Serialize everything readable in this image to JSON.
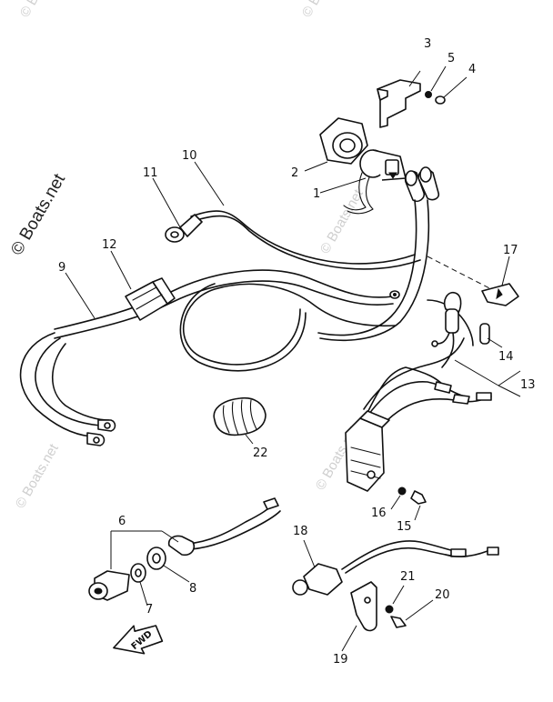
{
  "watermark": {
    "main": "© Boats.net",
    "faint": "© Boats.net"
  },
  "direction_label": "FWD",
  "callouts": {
    "c1": "1",
    "c2": "2",
    "c3": "3",
    "c4": "4",
    "c5": "5",
    "c6": "6",
    "c7": "7",
    "c8": "8",
    "c9": "9",
    "c10": "10",
    "c11": "11",
    "c12": "12",
    "c13": "13",
    "c14": "14",
    "c15": "15",
    "c16": "16",
    "c17": "17",
    "c18": "18",
    "c19": "19",
    "c20": "20",
    "c21": "21",
    "c22": "22"
  }
}
